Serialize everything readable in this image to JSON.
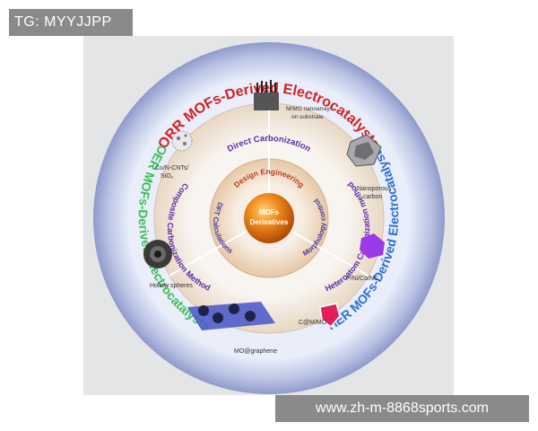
{
  "tag": "TG: MYYJJPP",
  "url": "www.zh-m-8868sports.com",
  "diagram": {
    "center": [
      "MOFs",
      "Derivatives"
    ],
    "outer_ring": {
      "top": "ORR MOFs-Derived Electrocatalysts",
      "left": "OER MOFs-Derived Electrocatalysts",
      "right": "HER MOFs-Derived Electrocatalysts"
    },
    "middle_ring": {
      "top": "Direct Carbonization",
      "left": "Composite Carbonization Method",
      "right": "Heteroatom Carbonization method"
    },
    "inner_ring": {
      "top": "Design Engineering",
      "left": "DFT Calculations",
      "right": "Morphology control"
    },
    "materials": {
      "nanoarrays": [
        "M/MO nanoarrays",
        "on substrate"
      ],
      "nanoporous": [
        "Nanoporous",
        "carbon"
      ],
      "pnicoc": "P/Ni/Co/NC",
      "cmo": "C@M/MO",
      "graphene": "MO@graphene",
      "hollow": "Hollow  spheres",
      "cocnts": [
        "Co/N-CNTs/",
        "SiO₂"
      ]
    }
  }
}
